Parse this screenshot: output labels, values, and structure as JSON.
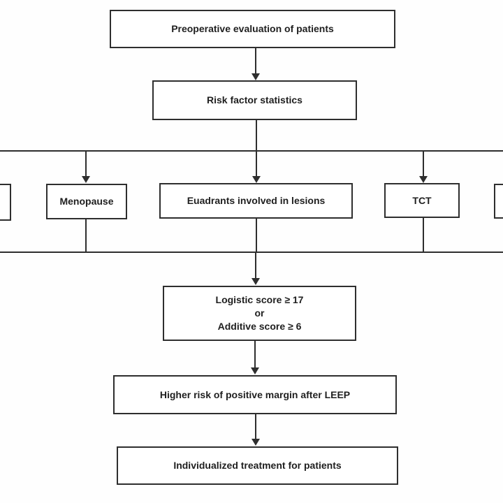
{
  "diagram": {
    "nodes": {
      "preop": {
        "label": "Preoperative evaluation of patients"
      },
      "risk": {
        "label": "Risk factor statistics"
      },
      "partial_left": {
        "label": ""
      },
      "menopause": {
        "label": "Menopause"
      },
      "quadrants": {
        "label": "Euadrants involved in lesions"
      },
      "tct": {
        "label": "TCT"
      },
      "partial_right": {
        "label": ""
      },
      "score": {
        "lines": [
          "Logistic score ≥ 17",
          "or",
          "Additive score ≥ 6"
        ]
      },
      "higher_risk": {
        "label": "Higher risk of positive margin after LEEP"
      },
      "individualized": {
        "label": "Individualized treatment for patients"
      }
    },
    "colors": {
      "line": "#2e2e2e",
      "text": "#1f1f1f",
      "background": "#fefefe"
    }
  }
}
